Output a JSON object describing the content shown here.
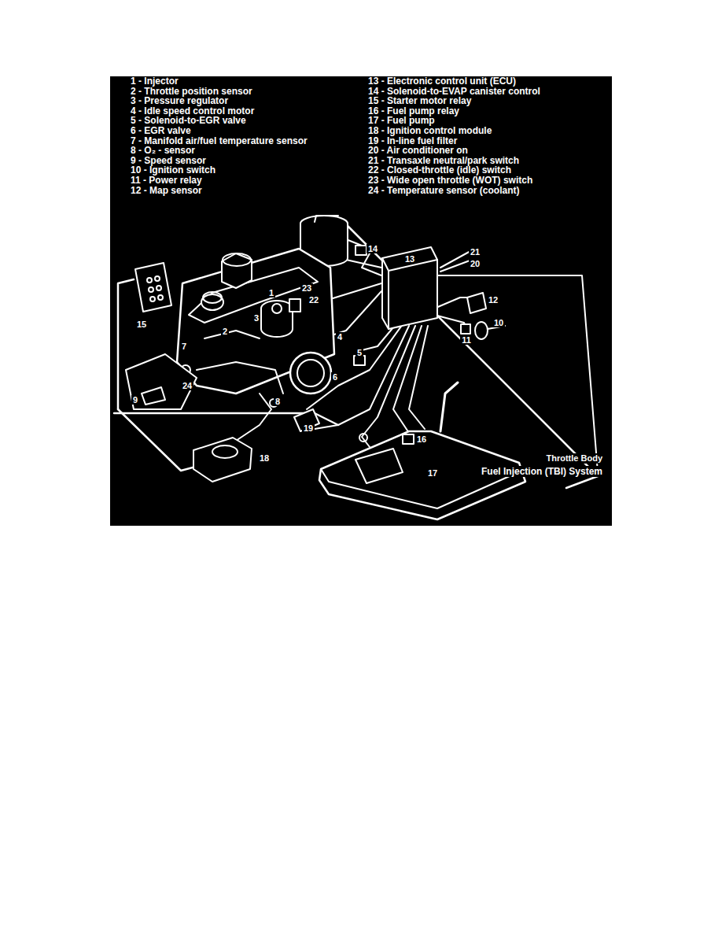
{
  "diagram": {
    "labels": [
      "1 - Injector",
      "2 - Throttle position sensor",
      "3 - Pressure regulator",
      "4 - Idle speed control motor",
      "5 - Solenoid-to-EGR valve",
      "6 - EGR valve",
      "7 - Manifold air/fuel temperature sensor",
      "8 - O₂ - sensor",
      "9 - Speed sensor",
      "10 - Ignition switch",
      "11 - Power relay",
      "12 - Map sensor",
      "13 - Electronic control unit (ECU)",
      "14 - Solenoid-to-EVAP canister control",
      "15 - Starter motor relay",
      "16 - Fuel pump relay",
      "17 - Fuel pump",
      "18 - Ignition control module",
      "19 - In-line fuel filter",
      "20 - Air conditioner on",
      "21 - Transaxle neutral/park switch",
      "22 - Closed-throttle (idle) switch",
      "23 - Wide open throttle (WOT) switch",
      "24 - Temperature sensor (coolant)",
      "1",
      "2",
      "3",
      "4",
      "5",
      "6",
      "7",
      "8",
      "9",
      "10",
      "11",
      "12",
      "13",
      "14",
      "15",
      "16",
      "17",
      "18",
      "19",
      "20",
      "21",
      "22",
      "23",
      "24",
      "Throttle Body",
      "Fuel Injection (TBI) System"
    ]
  }
}
